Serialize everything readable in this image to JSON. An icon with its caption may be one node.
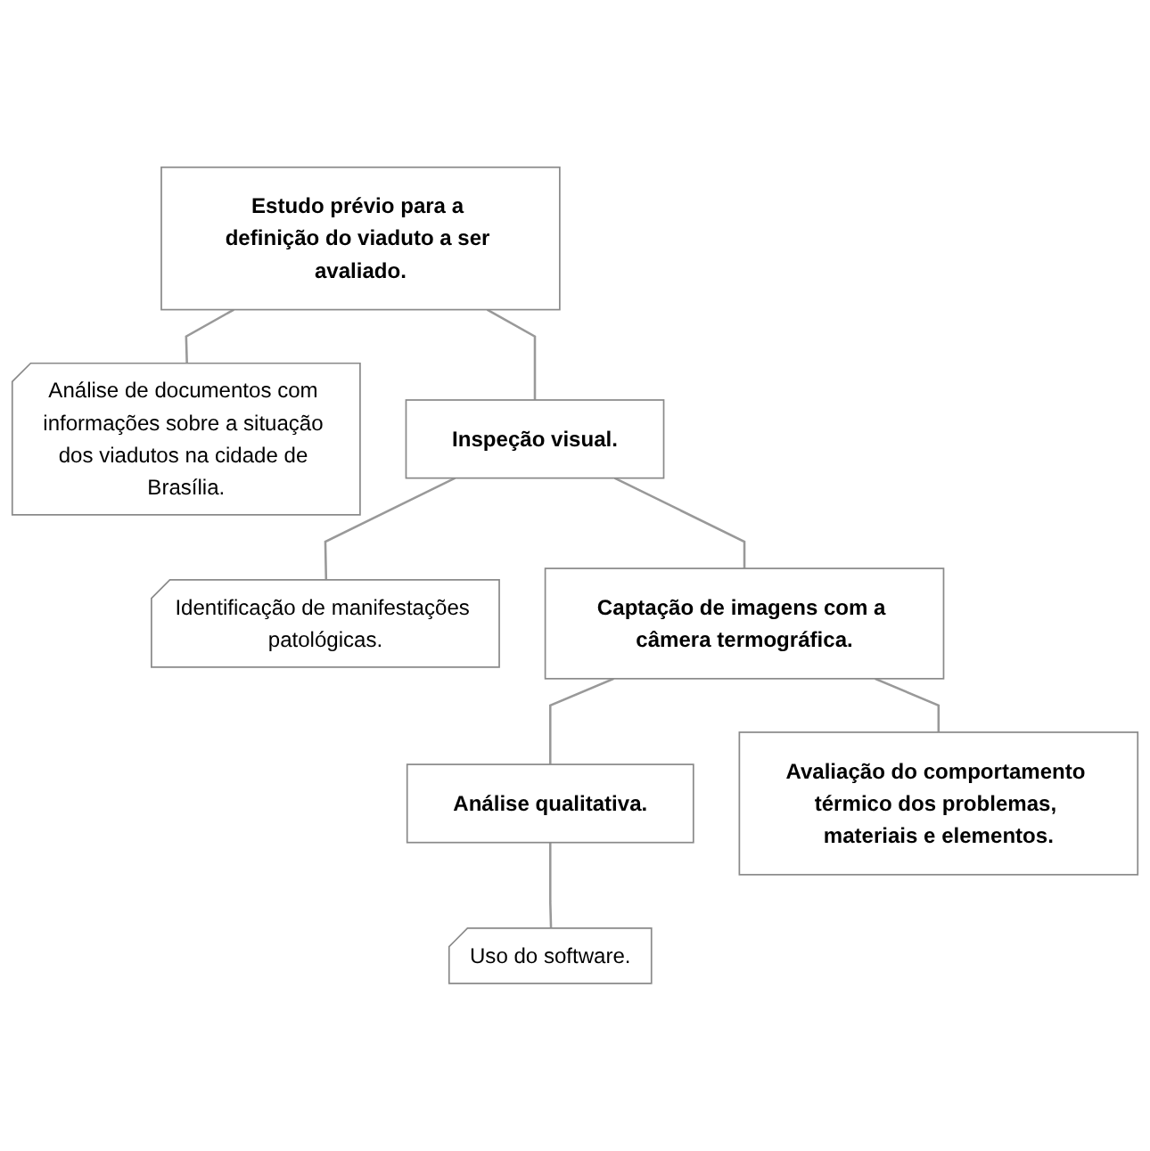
{
  "diagram": {
    "nodes": [
      {
        "text": [
          "Estudo prévio para a definição do viaduto a ser avaliado."
        ]
      },
      {
        "text": [
          "Análise de documentos com informações sobre a situação dos viadutos na cidade de Brasília."
        ]
      },
      {
        "text": [
          "Inspeção visual."
        ]
      },
      {
        "text": [
          "Identificação de manifestações patológicas."
        ]
      },
      {
        "text": [
          "Captação de imagens com a câmera termográfica."
        ]
      },
      {
        "text": [
          "Análise qualitativa."
        ]
      },
      {
        "text": [
          "Uso do software."
        ]
      },
      {
        "text": [
          "Avaliação do comportamento térmico dos problemas, materiais e elementos."
        ]
      }
    ],
    "edges": [
      {
        "from": 0,
        "to": 1,
        "arrow": "none"
      },
      {
        "from": 0,
        "to": 2,
        "arrow": "none"
      },
      {
        "from": 2,
        "to": 3,
        "arrow": "none"
      },
      {
        "from": 2,
        "to": 4,
        "arrow": "none"
      },
      {
        "from": 4,
        "to": 5,
        "arrow": "none"
      },
      {
        "from": 5,
        "to": 6,
        "arrow": "none"
      },
      {
        "from": 4,
        "to": 7,
        "arrow": "none"
      }
    ]
  }
}
